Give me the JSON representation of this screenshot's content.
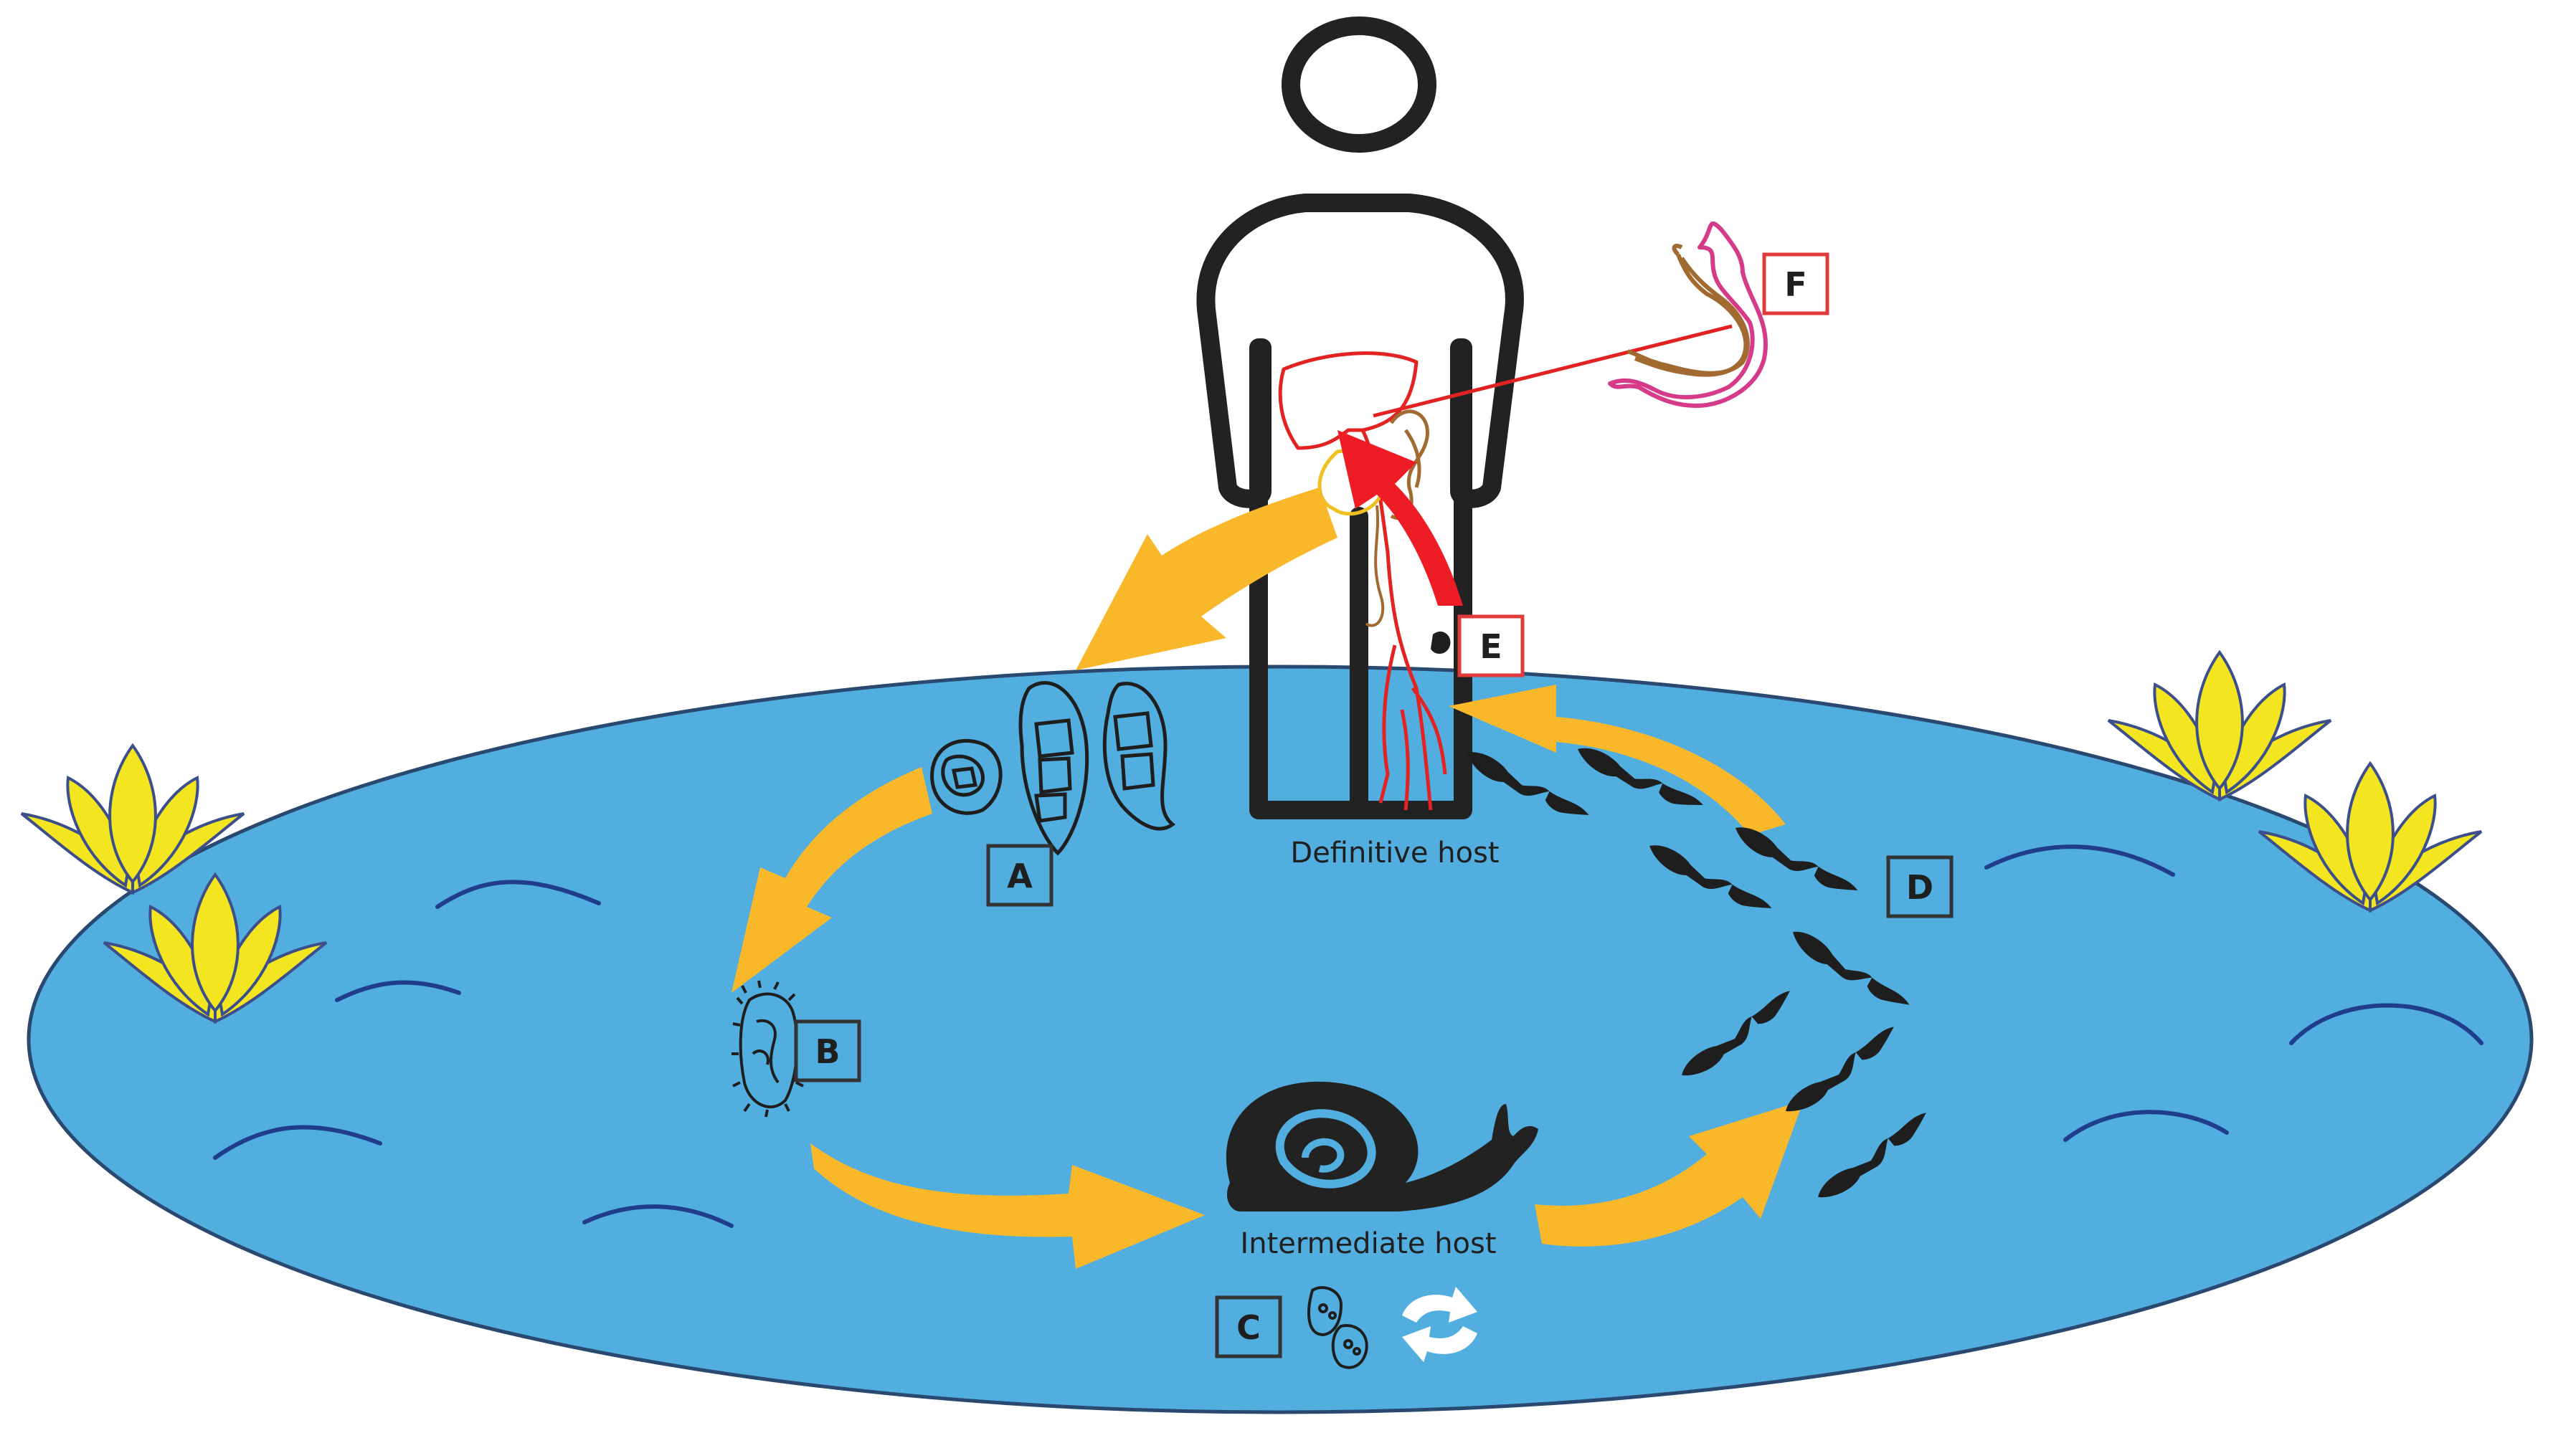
{
  "labels": {
    "definitive_host": "Definitive host",
    "intermediate_host": "Intermediate host",
    "stage_a": "A",
    "stage_b": "B",
    "stage_c": "C",
    "stage_d": "D",
    "stage_e": "E",
    "stage_f": "F"
  },
  "colors": {
    "pond": "#52aedf",
    "pond_outline": "#2a4970",
    "ripple": "#1f3d8a",
    "arrow_main": "#f9b82a",
    "arrow_infection": "#ee1c25",
    "figure_outline": "#222222",
    "lotus": "#f3e620",
    "organ_red": "#e32222",
    "organ_brown": "#a06a30",
    "organ_pink": "#d63b8a",
    "box_red": "#e03a3a",
    "box_black": "#333333"
  },
  "icons": [
    "person-icon",
    "liver-icon",
    "gallbladder-icon",
    "adult-fluke-icon",
    "egg-icon",
    "miracidium-icon",
    "snail-icon",
    "rediae-icon",
    "cycle-arrows-icon",
    "cercaria-icon",
    "cyst-icon",
    "lotus-icon"
  ]
}
